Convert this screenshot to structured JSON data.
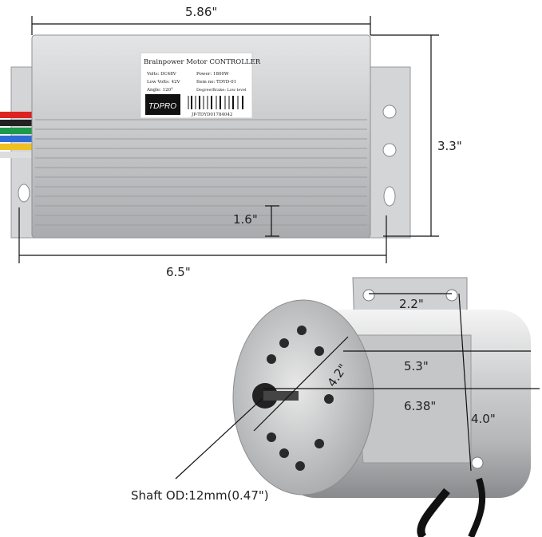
{
  "controller": {
    "label": {
      "title": "Brainpower Motor CONTROLLER",
      "volts": "Volts: DC48V",
      "power": "Power: 1800W",
      "low_volts": "Low Volts: 42V",
      "item_no": "Item no: TDYD-01",
      "angle": "Angle: 120°",
      "degree": "Degree/Brake: Low level",
      "serial": "JP-TDYD01784042",
      "logo": "TDPRO"
    }
  },
  "dimensions": {
    "controller_length": "5.86\"",
    "controller_height": "3.3\"",
    "fin_depth": "1.6\"",
    "mount_spacing": "6.5\"",
    "motor_mount_width": "2.2\"",
    "motor_body_length": "5.3\"",
    "motor_total_length": "6.38\"",
    "motor_face_diameter": "4.2\"",
    "motor_height": "4.0\"",
    "shaft": "Shaft OD:12mm(0.47\")"
  },
  "colors": {
    "aluminum": "#c9cbcd",
    "dimension_line": "#111111",
    "wires": [
      "#d22",
      "#222",
      "#1a9a4a",
      "#2e6bd6",
      "#f0c020",
      "#eee"
    ]
  }
}
